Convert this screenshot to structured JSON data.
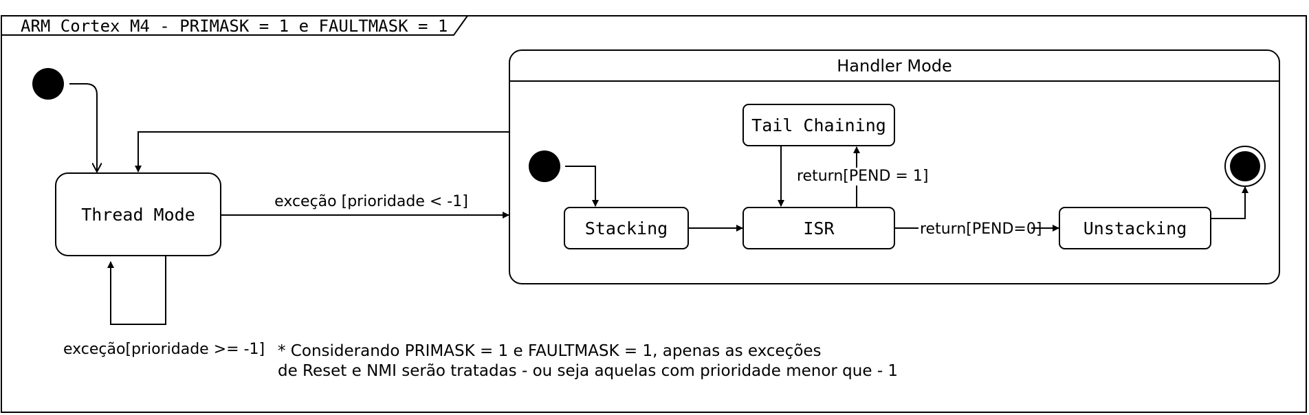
{
  "frame": {
    "title": "ARM Cortex M4 - PRIMASK = 1 e FAULTMASK = 1"
  },
  "states": {
    "thread_mode": "Thread Mode",
    "handler_mode": "Handler Mode",
    "stacking": "Stacking",
    "isr": "ISR",
    "tail_chaining": "Tail Chaining",
    "unstacking": "Unstacking"
  },
  "transitions": {
    "thread_to_handler": "exceção [prioridade < -1]",
    "thread_self": "exceção[prioridade >= -1]",
    "isr_to_tail": "return[PEND = 1]",
    "isr_to_unstacking": "return[PEND=0]"
  },
  "note": {
    "line1": "* Considerando PRIMASK = 1 e FAULTMASK = 1, apenas as exceções",
    "line2": "de Reset e NMI serão tratadas - ou seja aquelas com prioridade menor que - 1"
  }
}
